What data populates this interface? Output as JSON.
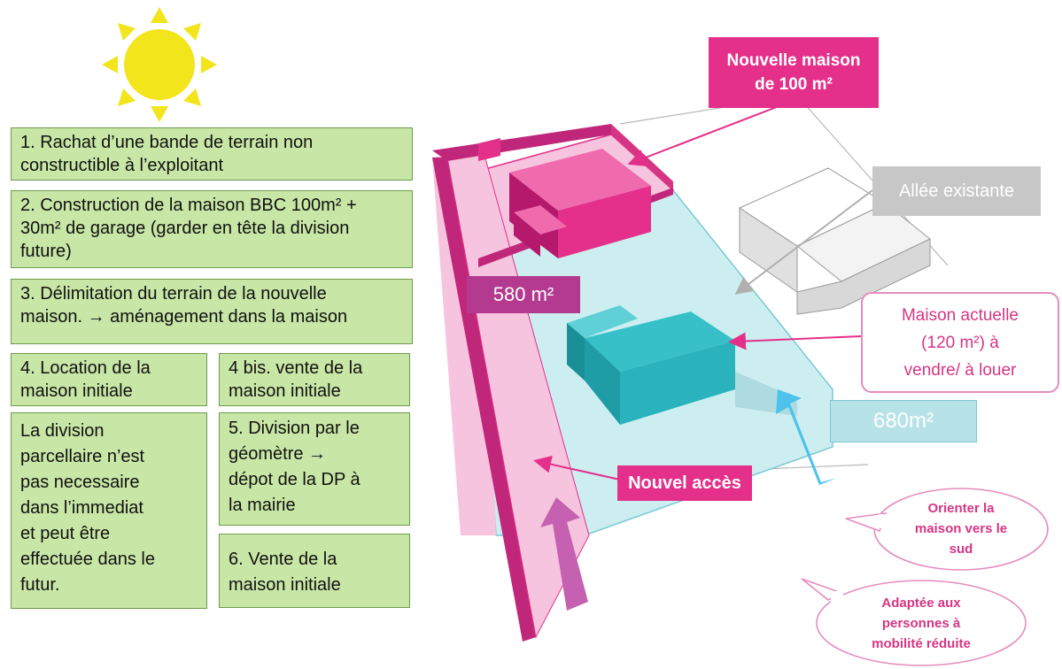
{
  "steps": [
    {
      "id": "step1",
      "text": "1. Rachat d’une bande de terrain non\nconstructible à l’exploitant"
    },
    {
      "id": "step2",
      "text": "2. Construction de la maison BBC 100m² +\n30m² de garage (garder en tête la division\nfuture)"
    },
    {
      "id": "step3",
      "text": "3. Délimitation du terrain de la nouvelle\nmaison. → aménagement dans la maison"
    },
    {
      "id": "step4",
      "text": "4. Location de la\nmaison initiale"
    },
    {
      "id": "step4bis",
      "text": "4 bis. vente de la\nmaison initiale"
    },
    {
      "id": "step-note",
      "text": "La division\nparcellaire n’est\npas necessaire\ndans l’immediat\net peut être\neffectuée dans le\nfutur."
    },
    {
      "id": "step5",
      "text": "5. Division par le\ngéomètre →\ndépot de la DP à\nla mairie"
    },
    {
      "id": "step6",
      "text": "6. Vente de la\nmaison initiale"
    }
  ],
  "callouts": {
    "nouvelle_maison": "Nouvelle maison\nde 100 m²",
    "allee": "Allée existante",
    "area_580": "580 m²",
    "maison_actuelle": "Maison actuelle\n(120 m²) à\nvendre/ à louer",
    "area_680": "680m²",
    "nouvel_acces": "Nouvel accès"
  },
  "bubbles": {
    "orienter": "Orienter la\nmaison vers le\nsud",
    "adaptee": "Adaptée aux\npersonnes à\nmobilité réduite"
  },
  "colors": {
    "sun": "#f2e51c",
    "step_fill": "#c8e6a6",
    "step_border": "#6f9a4a",
    "magenta": "#e4308a",
    "light_pink": "#f6c4de",
    "teal": "#2ab3bd",
    "light_teal": "#cdeef0",
    "gray": "#c7c7c7",
    "purple": "#b33a8e",
    "arrow_blue": "#4cc2ec",
    "arrow_violet": "#c561b0"
  }
}
